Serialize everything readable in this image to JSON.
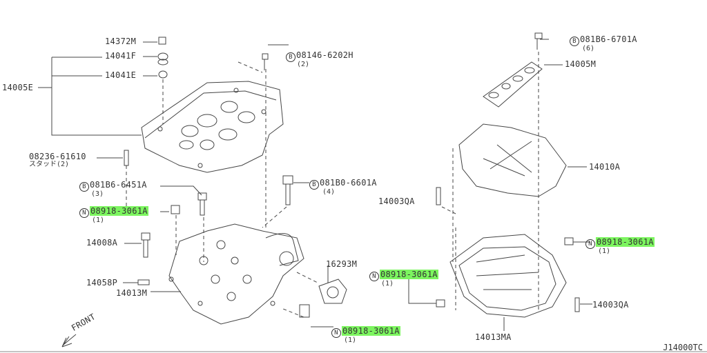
{
  "diagram_code": "J14000TC",
  "direction_label": "FRONT",
  "highlight_color": "#7cf55f",
  "labels": {
    "p14372M": "14372M",
    "p14041F": "14041F",
    "p14041E": "14041E",
    "p14005E": "14005E",
    "p08236": "08236-61610",
    "p08236_qty": "スタッド(2)",
    "p08146": "08146-6202H",
    "p08146_qty": "(2)",
    "p08146_prefix": "B",
    "p081B6_6451A": "081B6-6451A",
    "p081B6_6451A_qty": "(3)",
    "p081B6_6451A_prefix": "B",
    "p08918_a": "08918-3061A",
    "p08918_a_qty": "(1)",
    "p08918_prefix": "N",
    "p14008A": "14008A",
    "p081B0": "081B0-6601A",
    "p081B0_qty": "(4)",
    "p081B0_prefix": "B",
    "p14003QA_left": "14003QA",
    "p16293M": "16293M",
    "p08918_b": "08918-3061A",
    "p08918_b_qty": "(1)",
    "p14058P": "14058P",
    "p14013M": "14013M",
    "p08918_c": "08918-3061A",
    "p08918_c_qty": "(1)",
    "p081B6_6701A": "081B6-6701A",
    "p081B6_6701A_qty": "(6)",
    "p081B6_6701A_prefix": "B",
    "p14005M": "14005M",
    "p14010A": "14010A",
    "p08918_d": "08918-3061A",
    "p08918_d_qty": "(1)",
    "p14003QA_right": "14003QA",
    "p14013MA": "14013MA"
  }
}
